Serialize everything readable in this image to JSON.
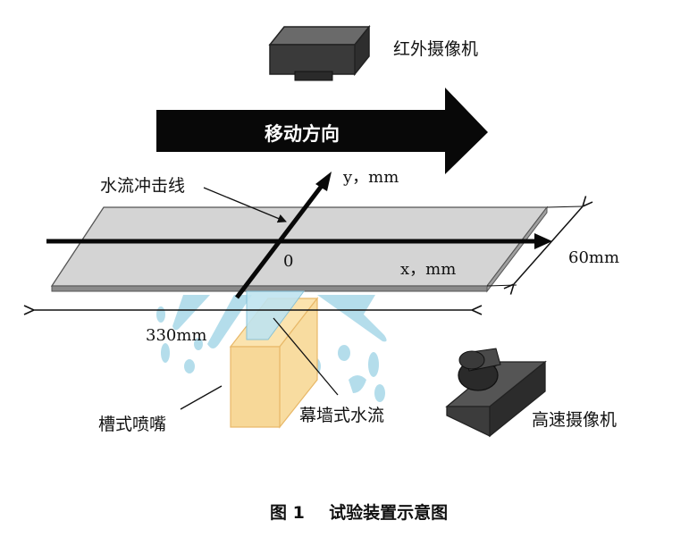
{
  "labels": {
    "infrared_camera": "红外摄像机",
    "move_direction": "移动方向",
    "impact_line": "水流冲击线",
    "y_axis": "y，mm",
    "x_axis": "x，mm",
    "origin": "0",
    "width_dim": "60mm",
    "length_dim": "330mm",
    "slot_nozzle": "槽式喷嘴",
    "curtain_flow": "幕墙式水流",
    "high_speed_camera": "高速摄像机"
  },
  "caption": {
    "figure_no": "图 1",
    "title": "试验装置示意图"
  },
  "colors": {
    "plate": "#d4d4d4",
    "nozzle": "#f8dca0",
    "water": "#a8d8e8",
    "ink": "#111111"
  }
}
